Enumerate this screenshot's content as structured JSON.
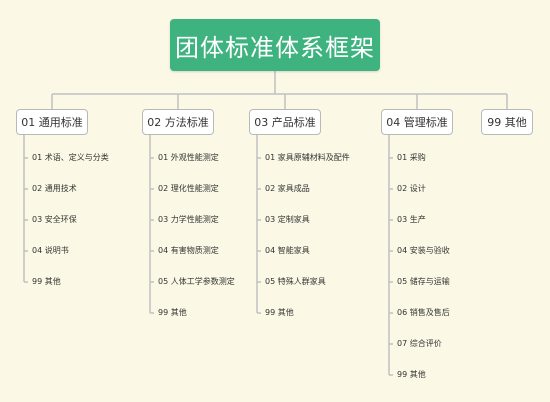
{
  "root": {
    "title": "团体标准体系框架"
  },
  "colors": {
    "background": "#fbf9e6",
    "root_fill": "#3fb37f",
    "connector": "#c0c0c0",
    "box_border": "#b9b9b9"
  },
  "categories": [
    {
      "label": "01 通用标准",
      "items": [
        "01 术语、定义与分类",
        "02 通用技术",
        "03  安全环保",
        "04  说明书",
        "99 其他"
      ]
    },
    {
      "label": "02 方法标准",
      "items": [
        "01 外观性能测定",
        "02 理化性能测定",
        "03 力学性能测定",
        "04 有害物质测定",
        "05 人体工学参数测定",
        "99 其他"
      ]
    },
    {
      "label": "03 产品标准",
      "items": [
        "01 家具原辅材料及配件",
        "02 家具成品",
        "03 定制家具",
        "04 智能家具",
        "05 特殊人群家具",
        "99 其他"
      ]
    },
    {
      "label": "04 管理标准",
      "items": [
        "01 采购",
        "02 设计",
        "03 生产",
        "04 安装与验收",
        "05 储存与运输",
        "06 销售及售后",
        "07  综合评价",
        "99 其他"
      ]
    },
    {
      "label": "99 其他",
      "items": []
    }
  ]
}
